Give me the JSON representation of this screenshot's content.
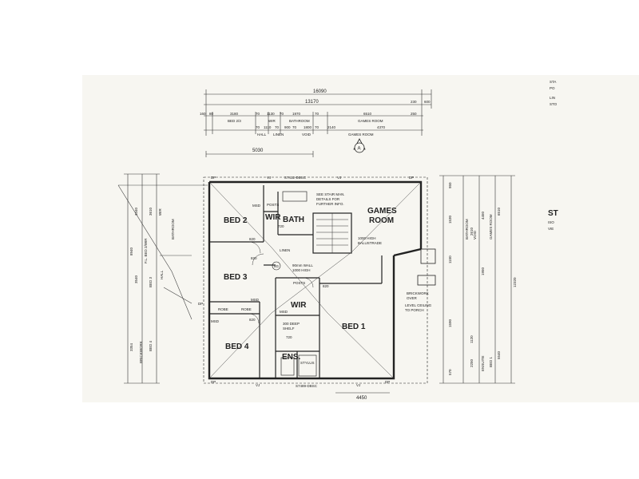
{
  "top_dims": {
    "overall": "16090",
    "secondary": "13170",
    "right_small_a": "230",
    "right_small_b": "600",
    "row1": [
      "160",
      "80",
      "3180",
      "70",
      "1130",
      "70",
      "1970",
      "70",
      "6510",
      "250"
    ],
    "row1_labels": [
      "BED 2/3",
      "WIR",
      "BATHROOM",
      "GAMES ROOM"
    ],
    "row2": [
      "70",
      "1110",
      "70",
      "900",
      "70",
      "1800",
      "70",
      "2140",
      "4370"
    ],
    "row2_labels": [
      "HALL",
      "LINEN",
      "VOID",
      "GAMES ROOM"
    ],
    "depth": "5030",
    "bottom": "4450"
  },
  "section_marker": "A",
  "rooms": {
    "bed2": "BED 2",
    "bed3": "BED 3",
    "bed4": "BED 4",
    "bed1": "BED 1",
    "bath": "BATH",
    "wir": "WIR",
    "wir2": "WIR",
    "ens": "ENS.",
    "games_line1": "GAMES",
    "games_line2": "ROOM"
  },
  "labels": {
    "stair_note_1": "SEE STAIR MAN.",
    "stair_note_2": "DETAILS FOR",
    "stair_note_3": "FURTHER INFO.",
    "balustrade_1": "1000 HIGH",
    "balustrade_2": "BALUSTRADE",
    "wall_1": "90mm WALL",
    "wall_2": "1000 HIGH",
    "posts": "POSTS",
    "posts2": "POSTS",
    "linen": "LINEN",
    "robe1": "ROBE",
    "robe2": "ROBE",
    "msd1": "MSD",
    "msd2": "MSD",
    "msd3": "MSD",
    "msd4": "MSD",
    "shelf_1": "300 DEEP",
    "shelf_2": "SHELF",
    "brickwork_1": "BRICKWORK",
    "brickwork_2": "OVER",
    "ceiling_1": "LEVEL CEILING",
    "ceiling_2": "TO PORCH",
    "bottom_wall": "S7489-DBSC",
    "top_wall": "S7412-DBSC",
    "vj": "VJ",
    "dp": "DP",
    "door_820": "820",
    "door_720": "720",
    "stylus": "STYLUS",
    "circle_no": "8G"
  },
  "right_dims": {
    "a": [
      "950",
      "1530",
      "1150",
      "1590",
      "570"
    ],
    "b": [
      "BATHROOM",
      "VOID",
      "GAMES ROOM"
    ],
    "c": [
      "6510",
      "4450",
      "2610",
      "1950",
      "1120",
      "2250"
    ],
    "d": [
      "12320",
      "5540",
      "BED 1",
      "ENSUITE"
    ]
  },
  "left_dims": {
    "a": [
      "3340",
      "3610",
      "8940",
      "3540",
      "3354"
    ],
    "b": [
      "WIR",
      "BATHROOM",
      "F.L. BED 2/WIR",
      "HALL",
      "BED 3",
      "BED 4",
      "BRICKWORK"
    ]
  },
  "side_text": {
    "s1": "STA",
    "s2": "PO",
    "s3": "LIN",
    "s4": "STO",
    "s5": "ST",
    "s6": "ISO",
    "s7": "VIE"
  }
}
